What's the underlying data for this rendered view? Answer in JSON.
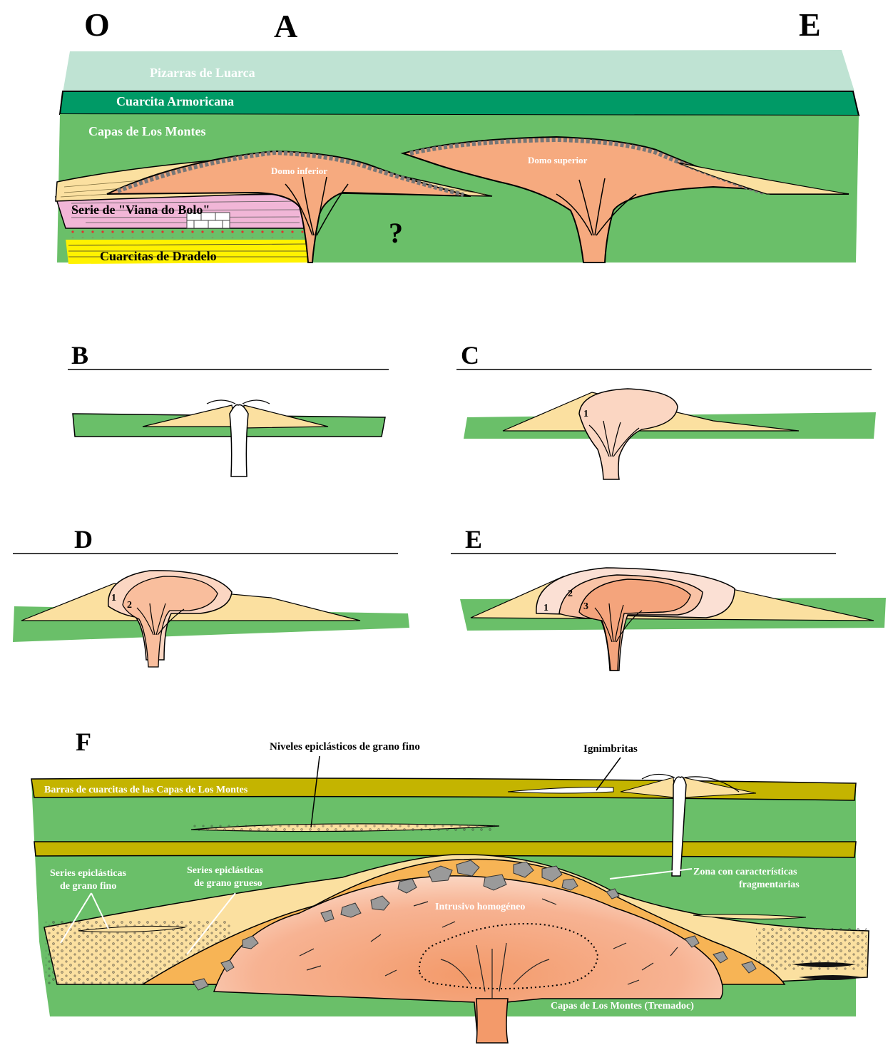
{
  "colors": {
    "green": "#6abf69",
    "dark_green": "#009a66",
    "pale_teal": "#bfe3d3",
    "pink": "#f1b6d7",
    "yellow": "#fff200",
    "sand": "#fbe0a0",
    "salmon": "#f6aa7f",
    "light_salmon": "#fbd3bd",
    "orange": "#f7b455",
    "olive": "#c4b400",
    "grey": "#9a9a9a"
  },
  "panel_a": {
    "letter": "A",
    "west": "O",
    "east": "E",
    "unknown_mark": "?",
    "labels": {
      "pizarras": "Pizarras de Luarca",
      "cuarcita": "Cuarcita Armoricana",
      "capas": "Capas de Los Montes",
      "domo_inferior": "Domo inferior",
      "domo_superior": "Domo superior",
      "viana": "Serie de \"Viana do Bolo\"",
      "dradelo": "Cuarcitas de Dradelo"
    }
  },
  "panel_b": {
    "letter": "B"
  },
  "panel_c": {
    "letter": "C",
    "numbers": [
      "1"
    ]
  },
  "panel_d": {
    "letter": "D",
    "numbers": [
      "1",
      "2"
    ]
  },
  "panel_e": {
    "letter": "E",
    "numbers": [
      "1",
      "2",
      "3"
    ]
  },
  "panel_f": {
    "letter": "F",
    "labels": {
      "niveles": "Niveles epiclásticos de grano fino",
      "ignimbritas": "Ignimbritas",
      "barras": "Barras de cuarcitas de las Capas de Los Montes",
      "fino_1": "Series epiclásticas",
      "fino_2": "de grano fino",
      "grueso_1": "Series epiclásticas",
      "grueso_2": "de grano grueso",
      "zona_1": "Zona con características",
      "zona_2": "fragmentarias",
      "intrusivo": "Intrusivo homogéneo",
      "capas_tremadoc": "Capas de Los Montes (Tremadoc)"
    }
  }
}
